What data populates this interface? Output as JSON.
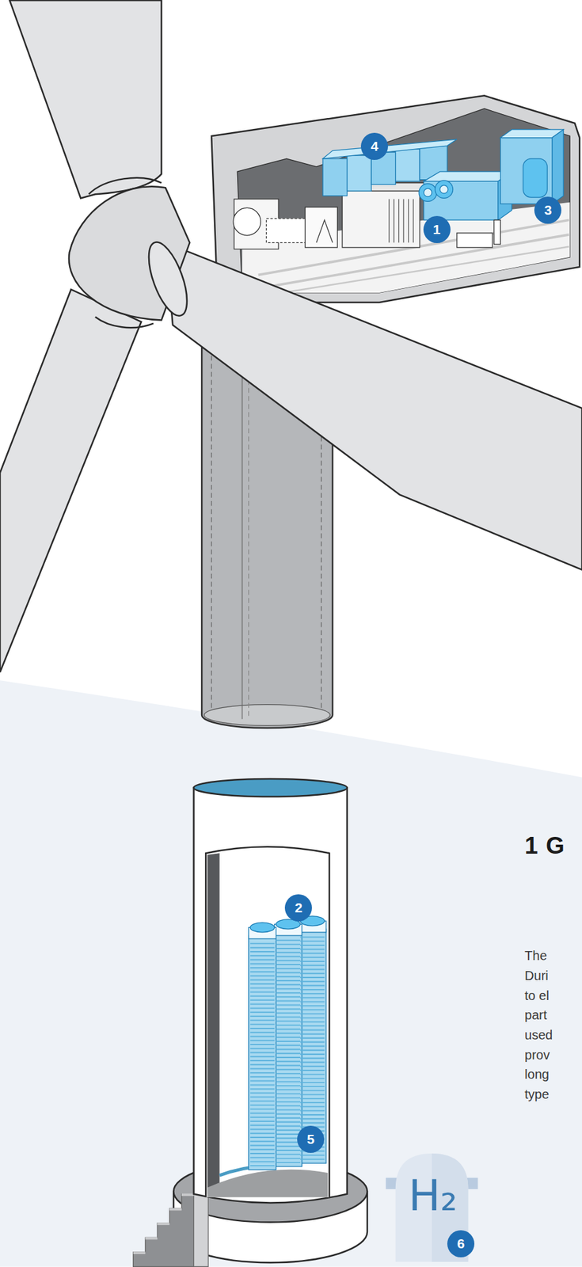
{
  "diagram": {
    "labels": [
      "4",
      "1",
      "3",
      "2",
      "1 G",
      "The",
      "Duri",
      "to el",
      "part",
      "used",
      "prov",
      "long",
      "type",
      "5",
      "H₂",
      "6"
    ]
  }
}
